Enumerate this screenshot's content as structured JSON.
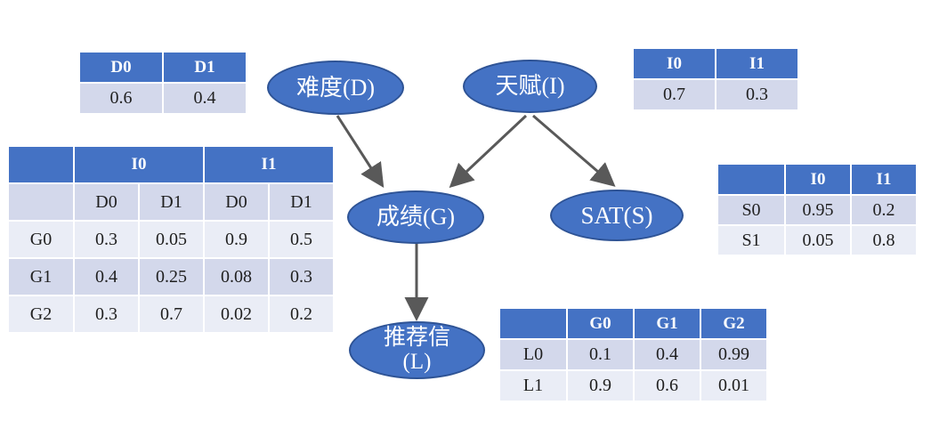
{
  "colors": {
    "header_blue": "#4472C4",
    "node_fill": "#4472C4",
    "node_border": "#2E5395",
    "band_dark": "#D3D8EB",
    "band_light": "#EAEDF6",
    "arrow_gray": "#595959"
  },
  "nodes": {
    "difficulty": {
      "label": "难度(D)"
    },
    "intelligence": {
      "label": "天赋(I)"
    },
    "grade": {
      "label": "成绩(G)"
    },
    "sat": {
      "label": "SAT(S)"
    },
    "letter": {
      "line1": "推荐信",
      "line2": "(L)"
    }
  },
  "edges": [
    {
      "from": "难度(D)",
      "to": "成绩(G)"
    },
    {
      "from": "天赋(I)",
      "to": "成绩(G)"
    },
    {
      "from": "天赋(I)",
      "to": "SAT(S)"
    },
    {
      "from": "成绩(G)",
      "to": "推荐信(L)"
    }
  ],
  "tables": {
    "d": {
      "headers": [
        "D0",
        "D1"
      ],
      "values": [
        "0.6",
        "0.4"
      ]
    },
    "i": {
      "headers": [
        "I0",
        "I1"
      ],
      "values": [
        "0.7",
        "0.3"
      ]
    },
    "g": {
      "col_groups": [
        "I0",
        "I1"
      ],
      "sub_headers": [
        "D0",
        "D1",
        "D0",
        "D1"
      ],
      "rows": [
        {
          "label": "G0",
          "values": [
            "0.3",
            "0.05",
            "0.9",
            "0.5"
          ]
        },
        {
          "label": "G1",
          "values": [
            "0.4",
            "0.25",
            "0.08",
            "0.3"
          ]
        },
        {
          "label": "G2",
          "values": [
            "0.3",
            "0.7",
            "0.02",
            "0.2"
          ]
        }
      ]
    },
    "s": {
      "headers": [
        "I0",
        "I1"
      ],
      "rows": [
        {
          "label": "S0",
          "values": [
            "0.95",
            "0.2"
          ]
        },
        {
          "label": "S1",
          "values": [
            "0.05",
            "0.8"
          ]
        }
      ]
    },
    "l": {
      "headers": [
        "G0",
        "G1",
        "G2"
      ],
      "rows": [
        {
          "label": "L0",
          "values": [
            "0.1",
            "0.4",
            "0.99"
          ]
        },
        {
          "label": "L1",
          "values": [
            "0.9",
            "0.6",
            "0.01"
          ]
        }
      ]
    }
  }
}
